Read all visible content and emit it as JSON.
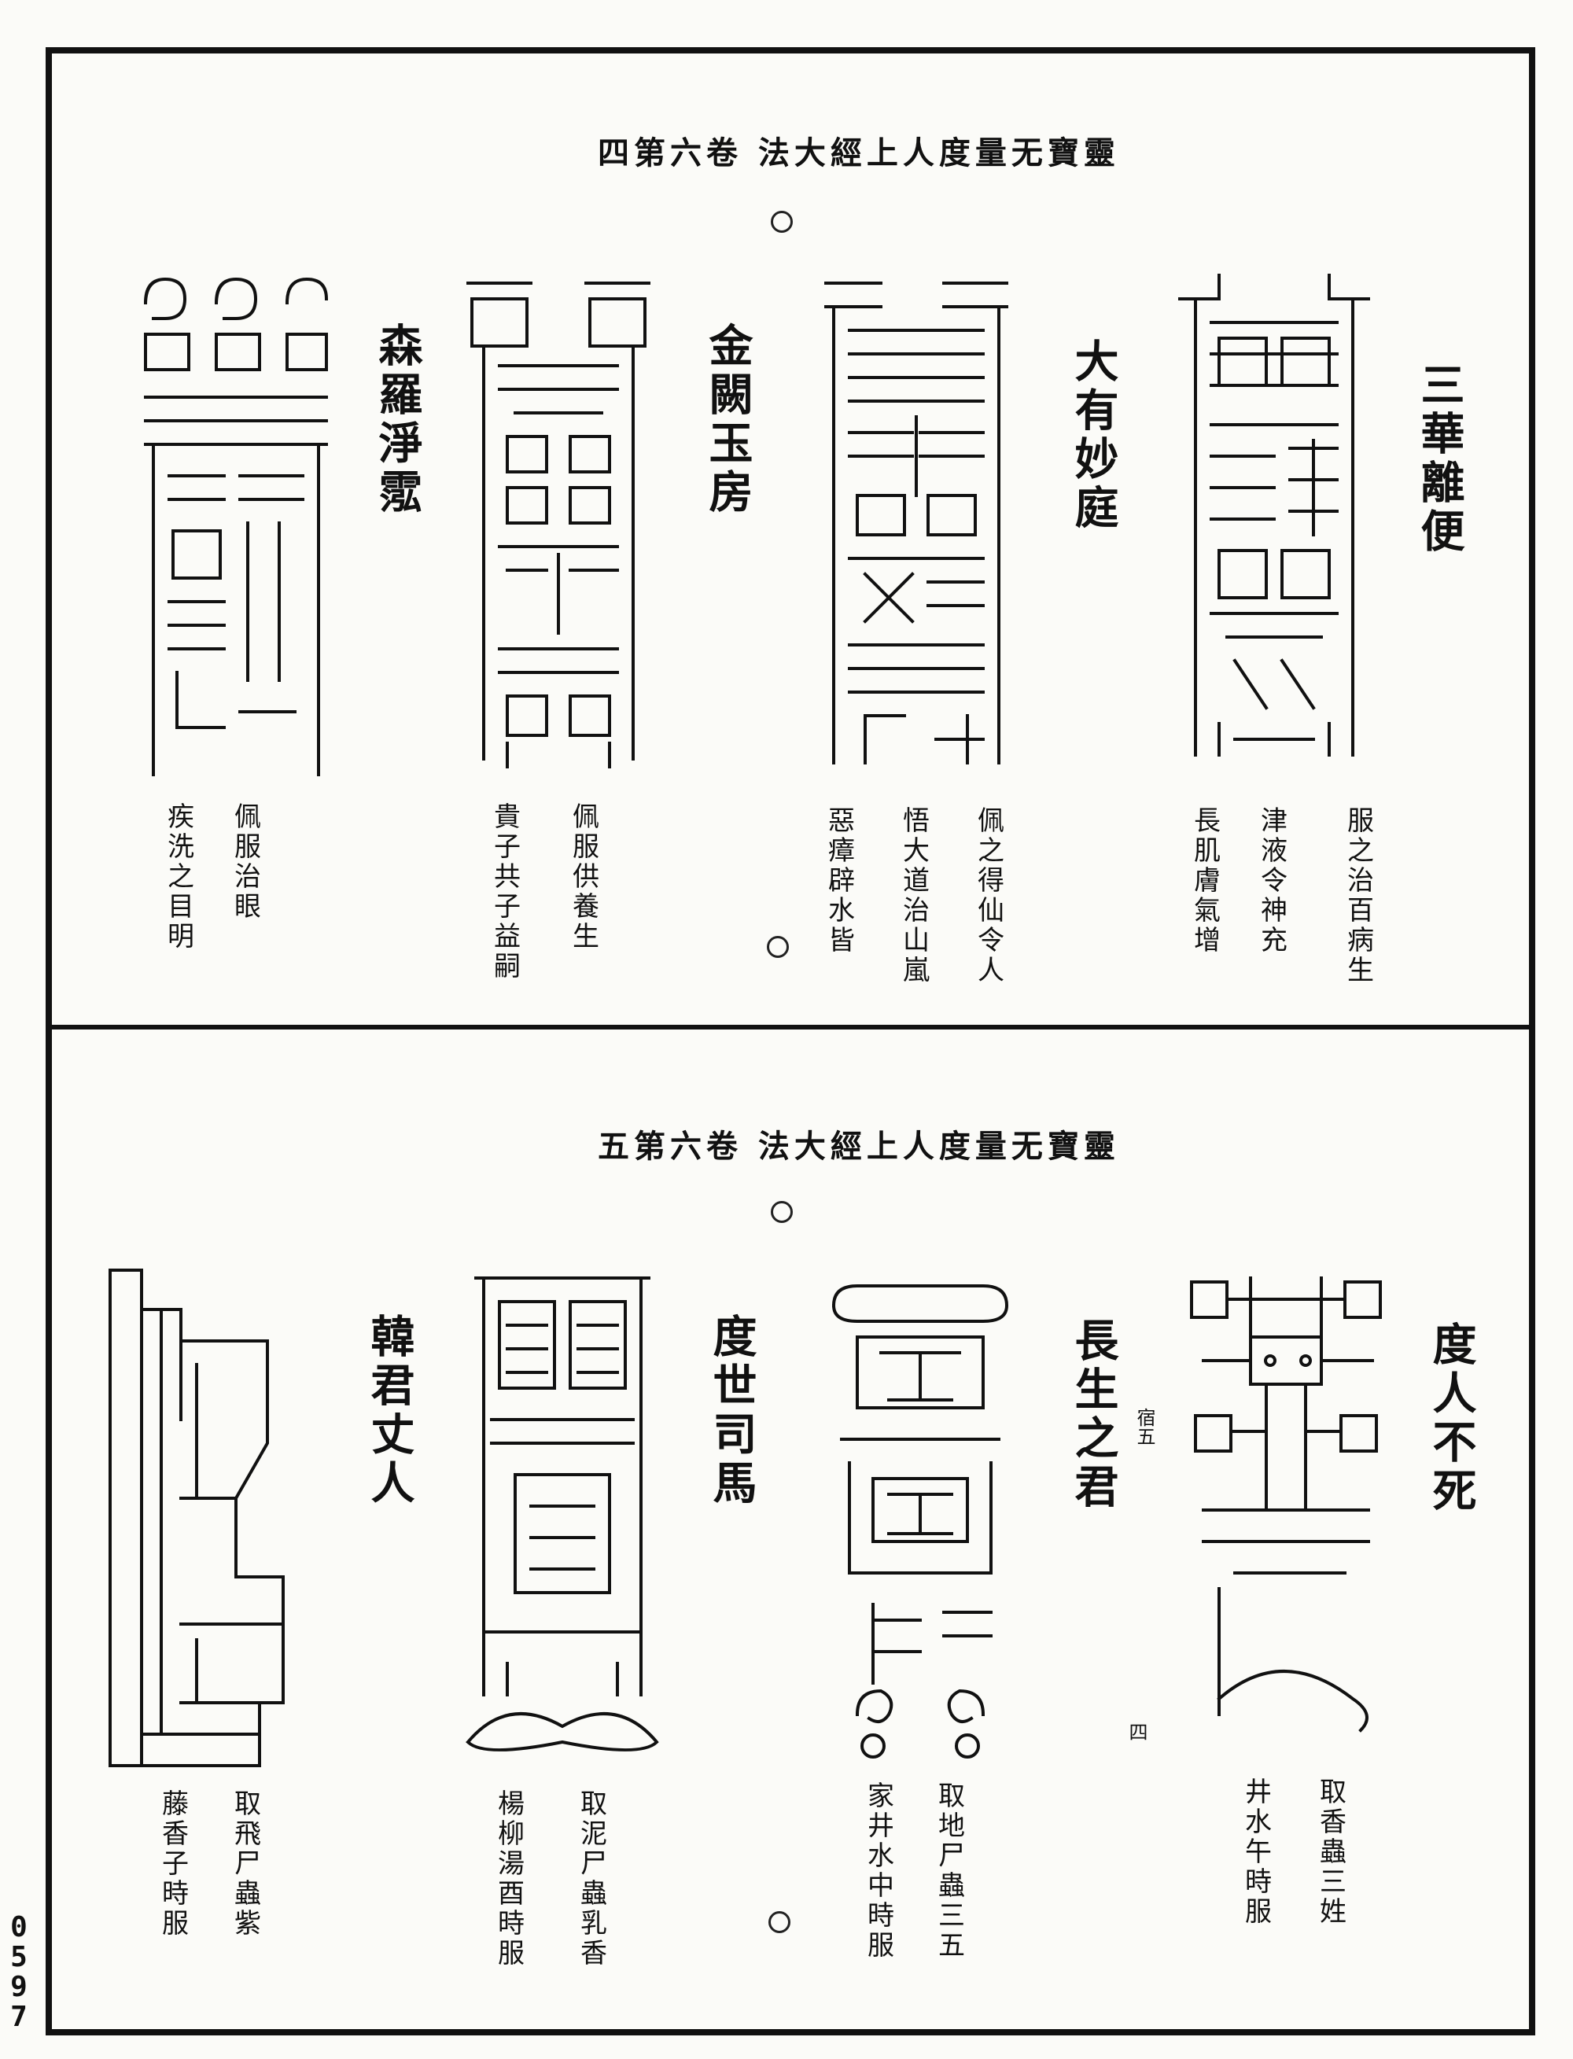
{
  "upper": {
    "header": "靈寶无量度人上經大法 卷六第四",
    "talismans": [
      {
        "title": "三華離便",
        "notes": [
          "服之治百病生",
          "津液令神充",
          "長肌膚氣增"
        ]
      },
      {
        "title": "大有妙庭",
        "notes": [
          "佩之得仙令人",
          "悟大道治山嵐",
          "惡瘴辟水皆"
        ]
      },
      {
        "title": "金闕玉房",
        "notes": [
          "佩服供養生",
          "貴子共子益嗣"
        ]
      },
      {
        "title": "森羅淨霐",
        "notes": [
          "佩服治眼",
          "疾洗之目明"
        ]
      }
    ]
  },
  "lower": {
    "header": "靈寶无量度人上經大法 卷六第五",
    "marks": [
      "宿五",
      "四"
    ],
    "talismans": [
      {
        "title": "度人不死",
        "notes": [
          "取香蟲三姓",
          "井水午時服"
        ]
      },
      {
        "title": "長生之君",
        "notes": [
          "取地尸蟲三五",
          "家井水中時服"
        ]
      },
      {
        "title": "度世司馬",
        "notes": [
          "取泥尸蟲乳香",
          "楊柳湯酉時服"
        ]
      },
      {
        "title": "韓君丈人",
        "notes": [
          "取飛尸蟲紫",
          "藤香子時服"
        ]
      }
    ]
  },
  "page_number": [
    "0",
    "5",
    "9",
    "7"
  ]
}
